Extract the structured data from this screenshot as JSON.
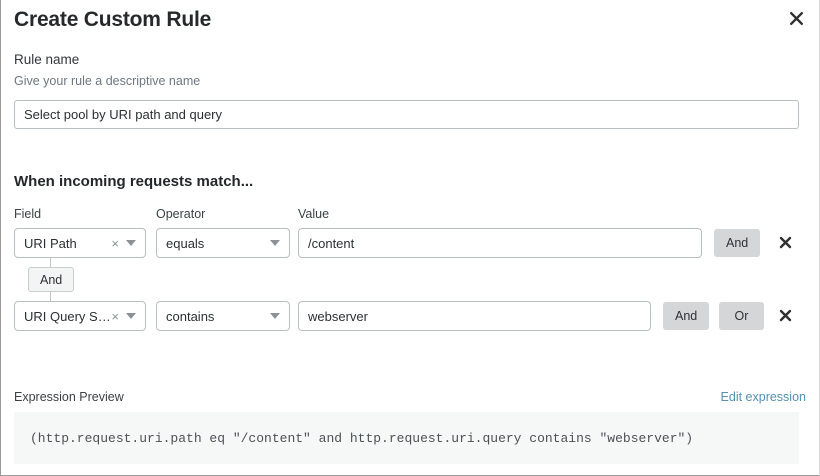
{
  "dialog": {
    "title": "Create Custom Rule",
    "close_label": "close-icon"
  },
  "rule_name": {
    "label": "Rule name",
    "helper": "Give your rule a descriptive name",
    "value": "Select pool by URI path and query",
    "placeholder": "Select pool by URI path and query"
  },
  "match": {
    "heading": "When incoming requests match...",
    "columns": {
      "field": "Field",
      "operator": "Operator",
      "value": "Value"
    },
    "connector": {
      "label": "And"
    },
    "rows": [
      {
        "field": "URI Path",
        "operator": "equals",
        "value": "/content",
        "value_placeholder": "/content",
        "buttons": [
          "And"
        ],
        "remove_label": "remove-condition"
      },
      {
        "field": "URI Query St...",
        "operator": "contains",
        "value": "webserver",
        "value_placeholder": "webserver",
        "buttons": [
          "And",
          "Or"
        ],
        "remove_label": "remove-condition"
      }
    ]
  },
  "expression": {
    "label": "Expression Preview",
    "edit_link": "Edit expression",
    "code": "(http.request.uri.path eq \"/content\" and http.request.uri.query contains \"webserver\")"
  },
  "colors": {
    "link": "#5790b0",
    "button_bg": "#d4d6d7",
    "border": "#b9bec2",
    "code_bg": "#f6f7f7"
  }
}
